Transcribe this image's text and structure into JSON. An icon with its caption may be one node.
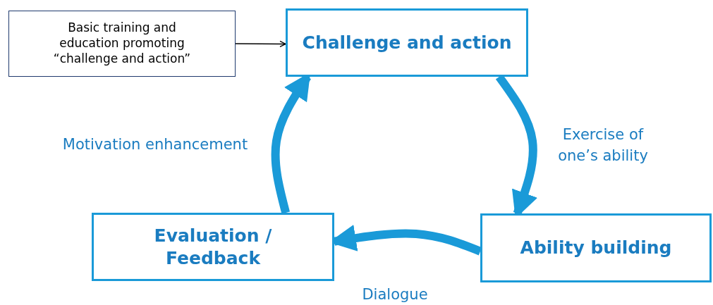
{
  "diagram": {
    "nodes": [
      {
        "text": [
          "Basic training and education promoting “challenge and action”"
        ]
      },
      {
        "text": [
          "Challenge and action"
        ]
      },
      {
        "text": [
          "Ability building"
        ]
      },
      {
        "text": [
          "Evaluation / Feedback"
        ]
      }
    ],
    "edges": [
      {
        "from": 0,
        "to": 1,
        "arrow": "to",
        "color": "#000000"
      },
      {
        "from": 1,
        "to": 2,
        "arrow": "to",
        "label": "Exercise of one’s ability"
      },
      {
        "from": 2,
        "to": 3,
        "arrow": "to",
        "label": "Dialogue"
      },
      {
        "from": 3,
        "to": 1,
        "arrow": "to",
        "label": "Motivation enhancement"
      }
    ]
  }
}
